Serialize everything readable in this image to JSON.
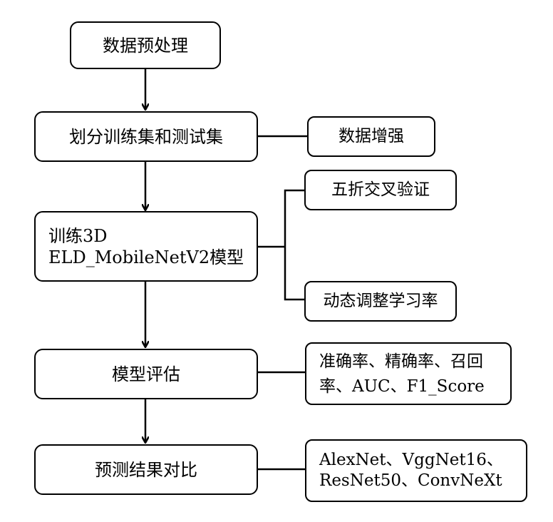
{
  "main_steps": [
    "数据预处理",
    "划分训练集和测试集",
    [
      "训练3D",
      "ELD_MobileNetV2模型"
    ],
    "模型评估",
    "预测结果对比"
  ],
  "side_boxes": {
    "augmentation": "数据增强",
    "cross_validation": "五折交叉验证",
    "learning_rate": "动态调整学习率",
    "metrics": "准确率、精确率、召回率、AUC、F1_Score",
    "models": [
      "AlexNet、VggNet16、",
      "ResNet50、ConvNeXt"
    ]
  }
}
